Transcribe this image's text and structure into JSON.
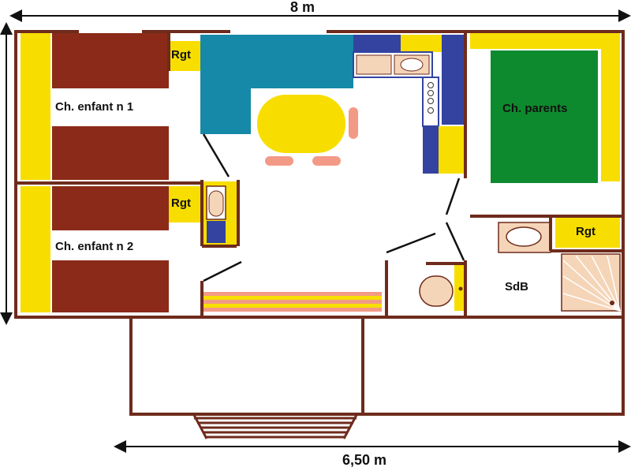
{
  "dimensions": {
    "top": "8 m",
    "bottom": "6,50 m"
  },
  "rooms": {
    "child_1": "Ch. enfant n 1",
    "child_2": "Ch. enfant n 2",
    "parents": "Ch. parents",
    "bathroom": "SdB"
  },
  "storage_labels": {
    "rgt_1": "Rgt",
    "rgt_2": "Rgt",
    "rgt_3": "Rgt"
  },
  "colors": {
    "wall": "#6e2b1c",
    "bed": "#8b2a18",
    "yellow": "#f7de00",
    "teal": "#1789a8",
    "navy": "#3443a0",
    "green": "#0e8a2e",
    "salmon": "#f29a86",
    "peach": "#f5d5b8"
  }
}
